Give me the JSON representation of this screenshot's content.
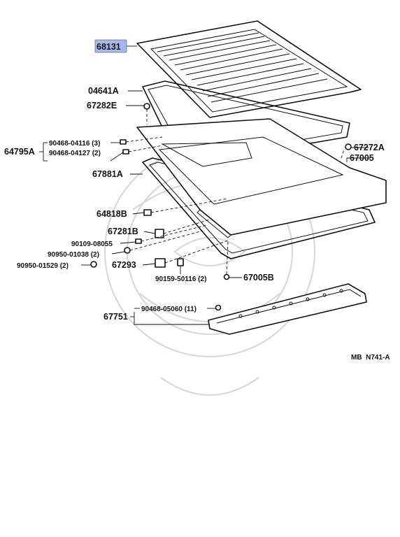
{
  "highlight_color": "#aab8e8",
  "callouts": {
    "p68131": "68131",
    "p04641A": "04641A",
    "p67282E": "67282E",
    "p64795A": "64795A",
    "p90468_04116": "90468-04116 (3)",
    "p90468_04127": "90468-04127 (2)",
    "p67272A": "67272A",
    "p67005": "67005",
    "p67881A": "67881A",
    "p64818B": "64818B",
    "p67281B": "67281B",
    "p90109_08055": "90109-08055",
    "p90950_01038": "90950-01038 (2)",
    "p90950_01529": "90950-01529 (2)",
    "p67293": "67293",
    "p90159_50116": "90159-50116 (2)",
    "p67005B": "67005B",
    "p67751": "67751",
    "p90468_05060": "90468-05060 (11)"
  },
  "diagram_code": "MB  N741-A"
}
